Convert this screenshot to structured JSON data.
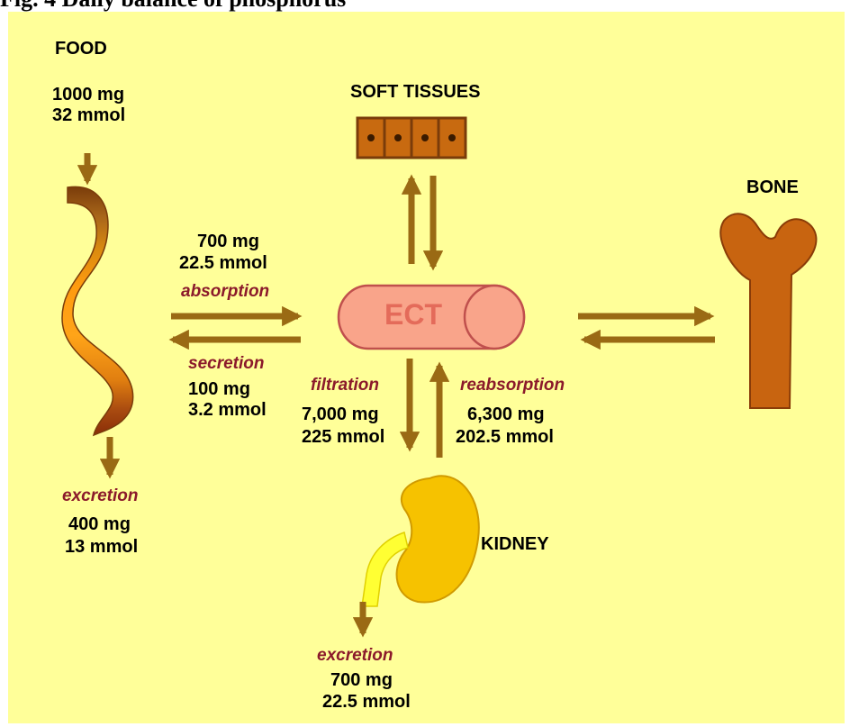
{
  "title": "Fig. 4 Daily balance of phosphorus",
  "labels": {
    "food": "FOOD",
    "soft_tissues": "SOFT TISSUES",
    "bone": "BONE",
    "kidney": "KIDNEY",
    "ect": "ECT"
  },
  "food_intake": {
    "mg": "1000 mg",
    "mmol": "32 mmol"
  },
  "absorption": {
    "mg": "700 mg",
    "mmol": "22.5 mmol",
    "label": "absorption"
  },
  "secretion": {
    "label": "secretion",
    "mg": "100 mg",
    "mmol": "3.2 mmol"
  },
  "gut_excretion": {
    "label": "excretion",
    "mg": "400 mg",
    "mmol": "13 mmol"
  },
  "filtration": {
    "label": "filtration",
    "mg": "7,000 mg",
    "mmol": "225 mmol"
  },
  "reabsorption": {
    "label": "reabsorption",
    "mg": "6,300 mg",
    "mmol": "202.5 mmol"
  },
  "urine_excretion": {
    "label": "excretion",
    "mg": "700 mg",
    "mmol": "22.5 mmol"
  },
  "colors": {
    "background": "#ffff99",
    "arrow": "#9a6a14",
    "italic_label": "#8b1a2b",
    "ect_fill": "#f9a48a",
    "kidney_fill": "#f6c200",
    "bone_fill": "#c86410"
  }
}
